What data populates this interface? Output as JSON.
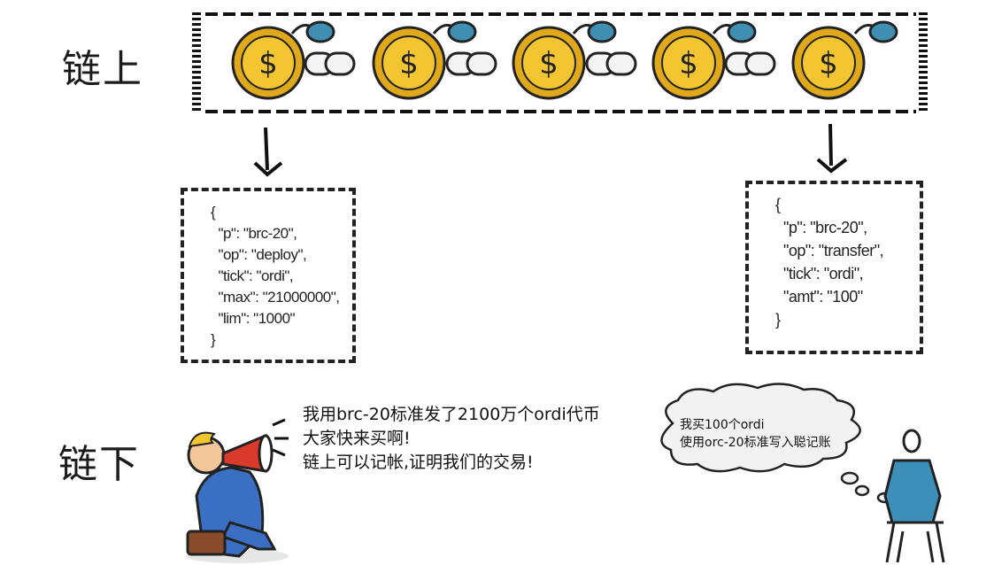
{
  "labels": {
    "onchain": "链上",
    "offchain": "链下"
  },
  "deploy_json": {
    "lines": [
      "{",
      "  \"p\": \"brc-20\",",
      "  \"op\": \"deploy\",",
      "  \"tick\": \"ordi\",",
      "  \"max\": \"21000000\",",
      "  \"lim\": \"1000\"",
      "}"
    ]
  },
  "transfer_json": {
    "lines": [
      "{",
      "  \"p\": \"brc-20\",",
      "  \"op\": \"transfer\",",
      "  \"tick\": \"ordi\",",
      "  \"amt\": \"100\"",
      "}"
    ]
  },
  "speech": {
    "lines": [
      "我用brc-20标准发了2100万个ordi代币",
      "大家快来买啊!",
      "链上可以记帐,证明我们的交易!"
    ]
  },
  "thought": {
    "lines": [
      "我买100个ordi",
      "使用orc-20标准写入聪记账"
    ]
  },
  "coin_symbol": "$",
  "colors": {
    "coin_fill": "#f2c531",
    "coin_rim": "#e0a91c",
    "gem": "#3f8fb3",
    "person_suit": "#3a6fc4",
    "megaphone": "#d93a2b",
    "chair_person": "#3b8fb8"
  }
}
